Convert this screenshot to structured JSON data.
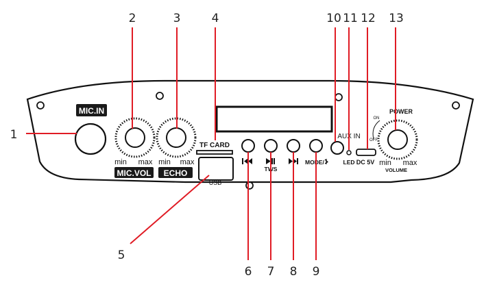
{
  "callout_numbers": {
    "n1": "1",
    "n2": "2",
    "n3": "3",
    "n4": "4",
    "n5": "5",
    "n6": "6",
    "n7": "7",
    "n8": "8",
    "n9": "9",
    "n10": "10",
    "n11": "11",
    "n12": "12",
    "n13": "13"
  },
  "panel_labels": {
    "mic_in": "MIC.IN",
    "mic_vol": "MIC.VOL",
    "echo": "ECHO",
    "min": "min",
    "max": "max",
    "tf_card": "TF CARD",
    "usb": "USB",
    "tws": "TWS",
    "mode": "MODE/",
    "aux_in": "AUX IN",
    "led": "LED",
    "dc5v": "DC 5V",
    "power": "POWER",
    "on": "ON",
    "off": "OFF",
    "volume": "VOLUME"
  },
  "colors": {
    "callout_line": "#e01b24",
    "outline": "#111111",
    "label_bg": "#1a1a1a"
  },
  "icons": [
    "previous-icon",
    "play-pause-icon",
    "next-icon",
    "bluetooth-icon"
  ]
}
